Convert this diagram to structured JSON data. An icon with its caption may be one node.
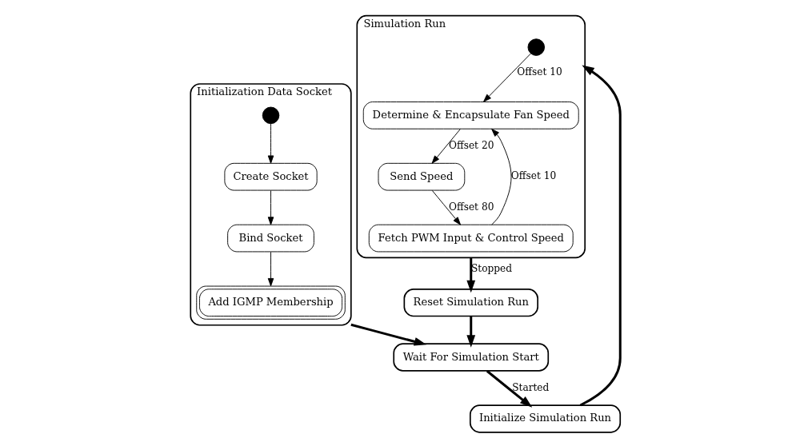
{
  "diagram": {
    "nodes": [
      {
        "text": [
          "Initialization Data Socket"
        ]
      },
      {
        "text": [],
        "shape": "circle",
        "in": 0
      },
      {
        "text": [
          "Create Socket"
        ],
        "in": 0
      },
      {
        "text": [
          "Bind Socket"
        ],
        "in": 0
      },
      {
        "text": [
          "Add IGMP Membership"
        ],
        "in": 0
      },
      {
        "text": [
          "Initialize Simulation Run"
        ]
      },
      {
        "text": [
          "Wait For Simulation Start"
        ]
      },
      {
        "text": [
          "Reset Simulation Run"
        ]
      },
      {
        "text": [
          "Simulation Run"
        ]
      },
      {
        "text": [],
        "shape": "circle",
        "in": 8
      },
      {
        "text": [
          "Determine & Encapsulate Fan Speed"
        ],
        "in": 8
      },
      {
        "text": [
          "Send Speed"
        ],
        "in": 8
      },
      {
        "text": [
          "Fetch PWM Input & Control Speed"
        ],
        "in": 8
      }
    ],
    "edges": [
      {
        "from": 1,
        "to": 2,
        "arrow": "to"
      },
      {
        "from": 2,
        "to": 3,
        "arrow": "to"
      },
      {
        "from": 3,
        "to": 4,
        "arrow": "to"
      },
      {
        "from": 0,
        "to": 6,
        "arrow": "to",
        "style": "thick"
      },
      {
        "from": 6,
        "to": 5,
        "arrow": "to",
        "label": "Started",
        "style": "thick"
      },
      {
        "from": 5,
        "to": 8,
        "arrow": "to",
        "style": "thick"
      },
      {
        "from": 8,
        "to": 7,
        "arrow": "to",
        "label": "Stopped",
        "style": "thick"
      },
      {
        "from": 7,
        "to": 6,
        "arrow": "to",
        "style": "thick"
      },
      {
        "from": 9,
        "to": 10,
        "arrow": "to",
        "label": "Offset 10"
      },
      {
        "from": 10,
        "to": 11,
        "arrow": "to",
        "label": "Offset 20"
      },
      {
        "from": 11,
        "to": 12,
        "arrow": "to",
        "label": "Offset 80"
      },
      {
        "from": 12,
        "to": 10,
        "arrow": "to",
        "label": "Offset 10"
      }
    ]
  }
}
